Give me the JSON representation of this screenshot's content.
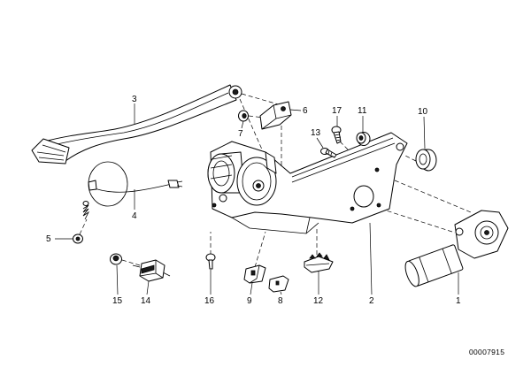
{
  "diagram": {
    "callouts": {
      "part_1": "1",
      "part_2": "2",
      "part_3": "3",
      "part_4": "4",
      "part_5": "5",
      "part_6": "6",
      "part_7": "7",
      "part_8": "8",
      "part_9": "9",
      "part_10": "10",
      "part_11": "11",
      "part_12": "12",
      "part_13": "13",
      "part_14": "14",
      "part_15": "15",
      "part_16": "16",
      "part_17": "17"
    },
    "drawing_number": "00007915"
  }
}
